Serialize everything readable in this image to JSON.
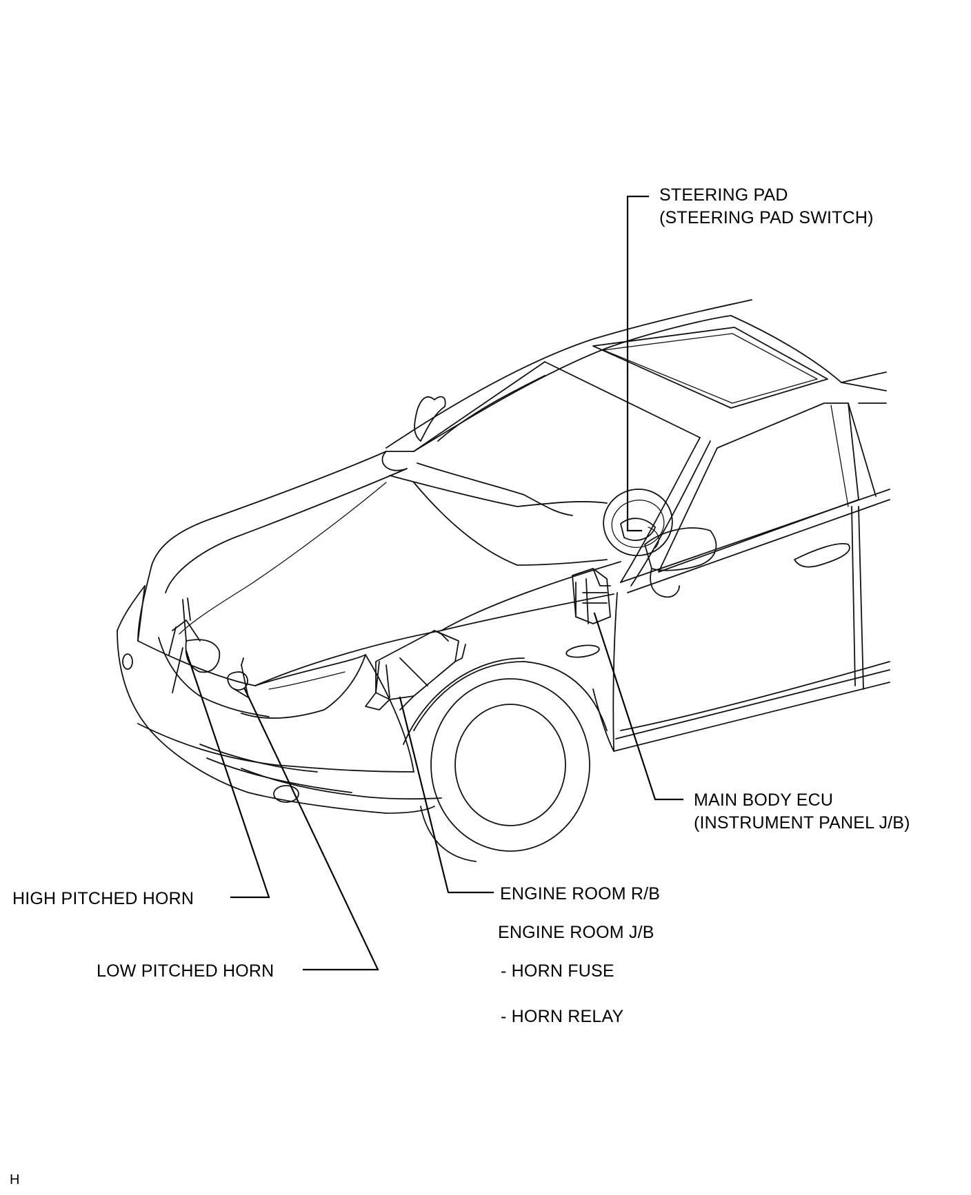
{
  "labels": {
    "steering_pad_line1": "STEERING PAD",
    "steering_pad_line2": "(STEERING PAD SWITCH)",
    "main_body_ecu_line1": "MAIN BODY ECU",
    "main_body_ecu_line2": "(INSTRUMENT PANEL J/B)",
    "high_pitched_horn": "HIGH PITCHED HORN",
    "low_pitched_horn": "LOW PITCHED HORN",
    "engine_room_rb": "ENGINE ROOM R/B",
    "engine_room_jb": "ENGINE ROOM J/B",
    "horn_fuse": "- HORN FUSE",
    "horn_relay": "- HORN RELAY"
  },
  "figure_code": "H"
}
